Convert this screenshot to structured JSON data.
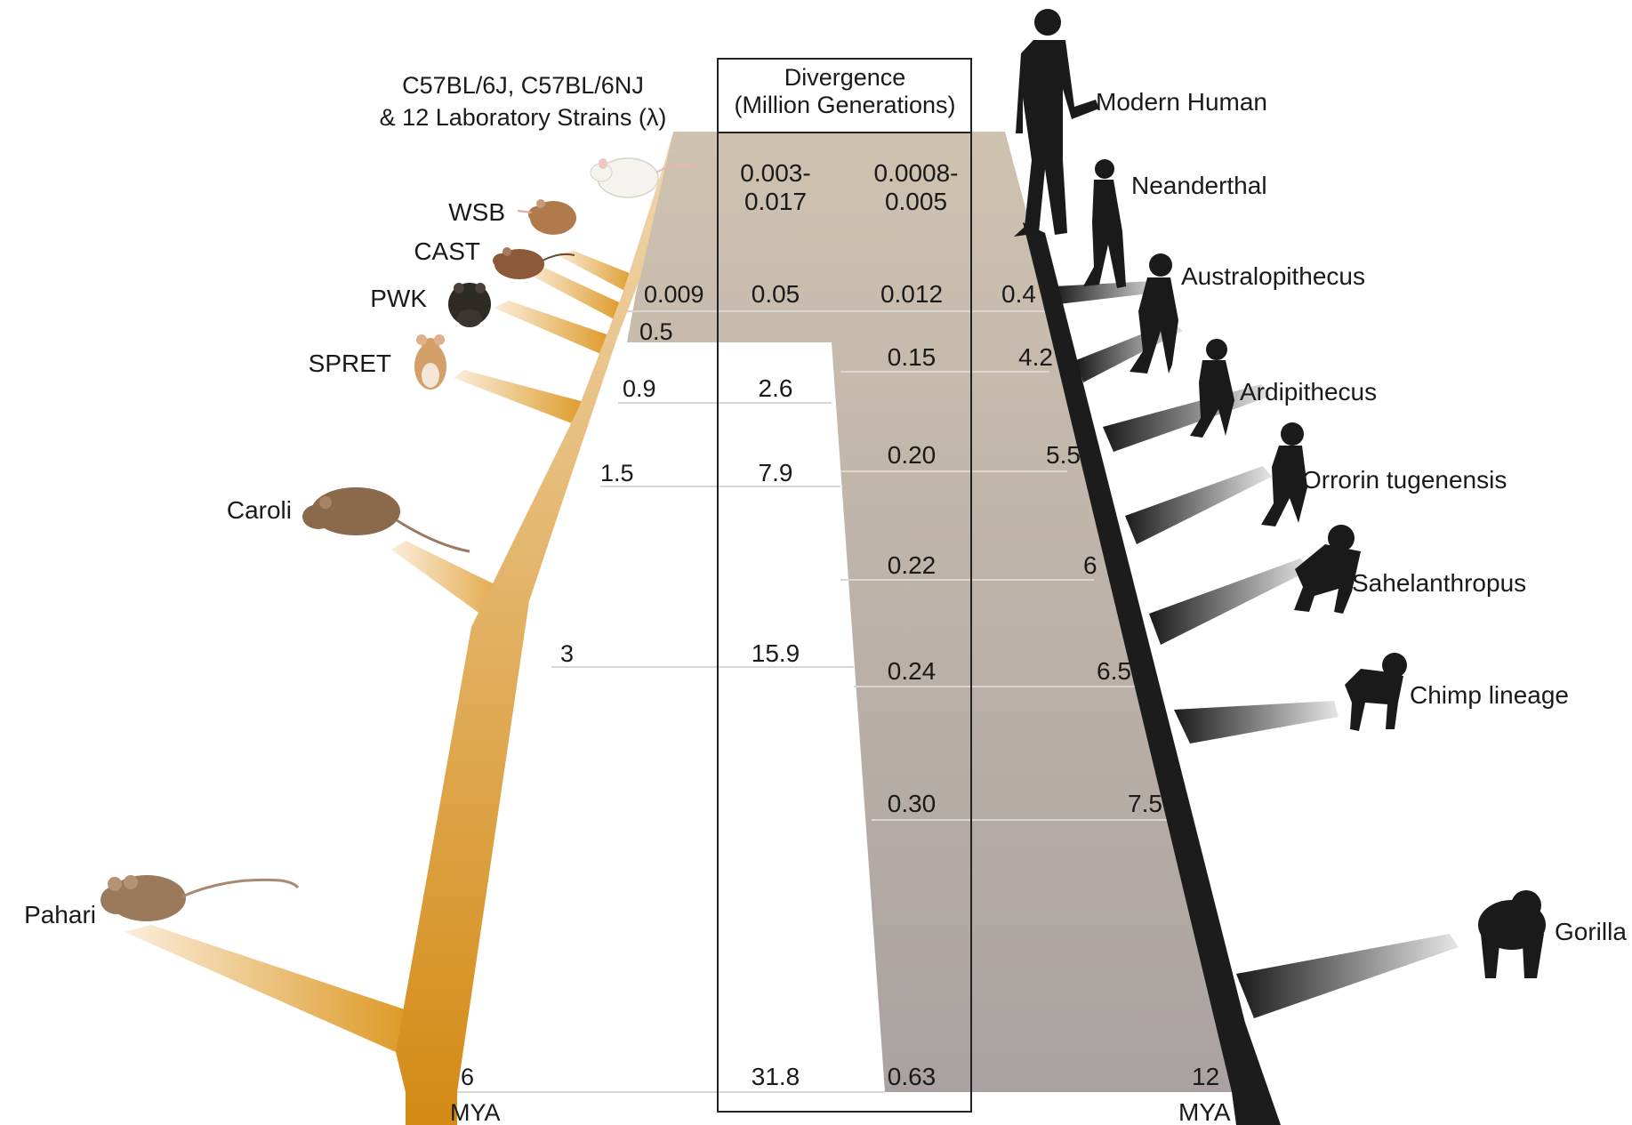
{
  "header": {
    "mouse_title_line1": "C57BL/6J, C57BL/6NJ",
    "mouse_title_line2": "& 12 Laboratory Strains (λ)",
    "divergence_line1": "Divergence",
    "divergence_line2": "(Million Generations)"
  },
  "colors": {
    "mouse_branch": "#d9901c",
    "mouse_branch_light": "#f3e1c4",
    "human_branch": "#1c1c1c",
    "band": "#c6bbae",
    "band_dark": "#aea5a0",
    "mouse_label_text": "#1a1a1a"
  },
  "mouse": {
    "species": [
      {
        "name": "WSB",
        "icon": "mouse-icon"
      },
      {
        "name": "CAST",
        "icon": "mouse-icon"
      },
      {
        "name": "PWK",
        "icon": "mouse-icon"
      },
      {
        "name": "SPRET",
        "icon": "mouse-icon"
      },
      {
        "name": "Caroli",
        "icon": "mouse-icon"
      },
      {
        "name": "Pahari",
        "icon": "mouse-icon"
      }
    ],
    "lab_icon": "white-lab-mouse-icon",
    "mya_nodes": [
      "0.009",
      "0.5",
      "0.9",
      "1.5",
      "3",
      "6"
    ],
    "mya_unit": "MYA",
    "generations_top": [
      "0.003-",
      "0.017"
    ],
    "generations": [
      "0.05",
      "2.6",
      "7.9",
      "15.9",
      "31.8"
    ]
  },
  "human": {
    "species": [
      {
        "name": "Modern Human",
        "icon": "human-silhouette-icon"
      },
      {
        "name": "Neanderthal",
        "icon": "hominin-silhouette-icon"
      },
      {
        "name": "Australopithecus",
        "icon": "hominin-silhouette-icon"
      },
      {
        "name": "Ardipithecus",
        "icon": "hominin-silhouette-icon"
      },
      {
        "name": "Orrorin tugenensis",
        "icon": "hominin-silhouette-icon"
      },
      {
        "name": "Sahelanthropus",
        "icon": "ape-silhouette-icon"
      },
      {
        "name": "Chimp lineage",
        "icon": "chimp-silhouette-icon"
      },
      {
        "name": "Gorilla",
        "icon": "gorilla-silhouette-icon"
      }
    ],
    "generations_top": [
      "0.0008-",
      "0.005"
    ],
    "generations": [
      "0.012",
      "0.15",
      "0.20",
      "0.22",
      "0.24",
      "0.30",
      "0.63"
    ],
    "mya_nodes": [
      "0.4",
      "4.2",
      "5.5",
      "6",
      "6.5",
      "7.5",
      "12"
    ],
    "mya_unit": "MYA"
  }
}
